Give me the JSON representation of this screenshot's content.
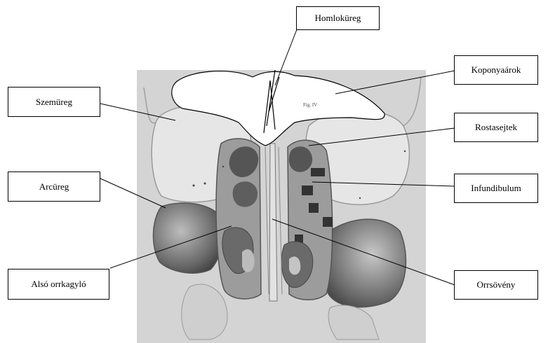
{
  "labels": {
    "homlokureg": "Homloküreg",
    "koponyaarok": "Koponyaárok",
    "szemureg": "Szemüreg",
    "rostasejtek": "Rostasejtek",
    "arcureg": "Arcüreg",
    "infundibulum": "Infundibulum",
    "also_orrkagylo": "Alsó orrkagyló",
    "orrsoveny": "Orrsövény"
  },
  "sketch_text": "Fig. IV"
}
